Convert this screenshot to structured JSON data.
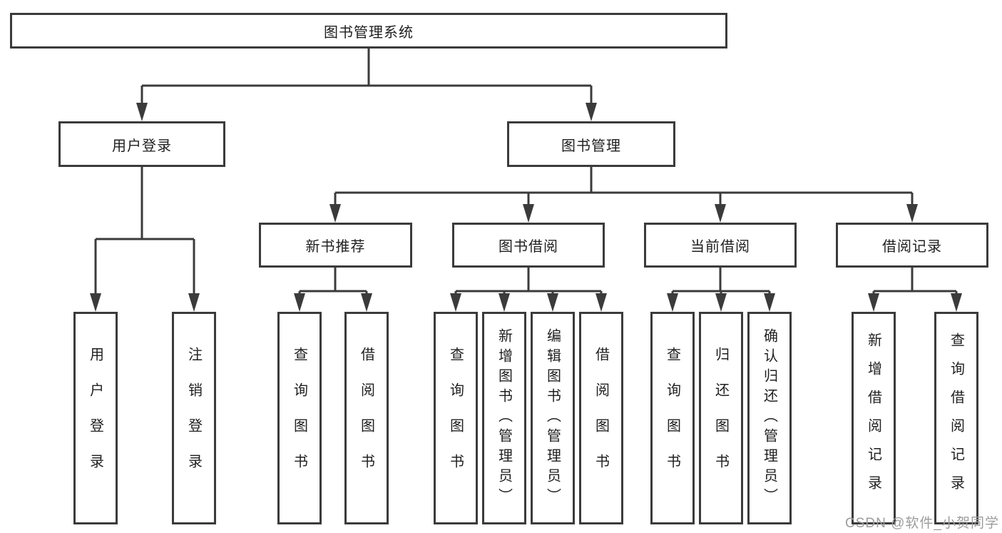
{
  "tree": {
    "root": "图书管理系统",
    "children": [
      {
        "label": "用户登录",
        "leaves": [
          "用户登录",
          "注销登录"
        ]
      },
      {
        "label": "图书管理",
        "children": [
          {
            "label": "新书推荐",
            "leaves": [
              "查询图书",
              "借阅图书"
            ]
          },
          {
            "label": "图书借阅",
            "leaves": [
              "查询图书",
              "新增图书（管理员）",
              "编辑图书（管理员）",
              "借阅图书"
            ]
          },
          {
            "label": "当前借阅",
            "leaves": [
              "查询图书",
              "归还图书",
              "确认归还（管理员）"
            ]
          },
          {
            "label": "借阅记录",
            "leaves": [
              "新增借阅记录",
              "查询借阅记录"
            ]
          }
        ]
      }
    ]
  },
  "watermark": {
    "text": "CSDN @软件_小贺同学"
  },
  "colors": {
    "line": "#3b3b3b",
    "box_border": "#3b3b3b",
    "text": "#1f1f1f",
    "watermark": "#9c9c9c",
    "background": "#ffffff"
  }
}
